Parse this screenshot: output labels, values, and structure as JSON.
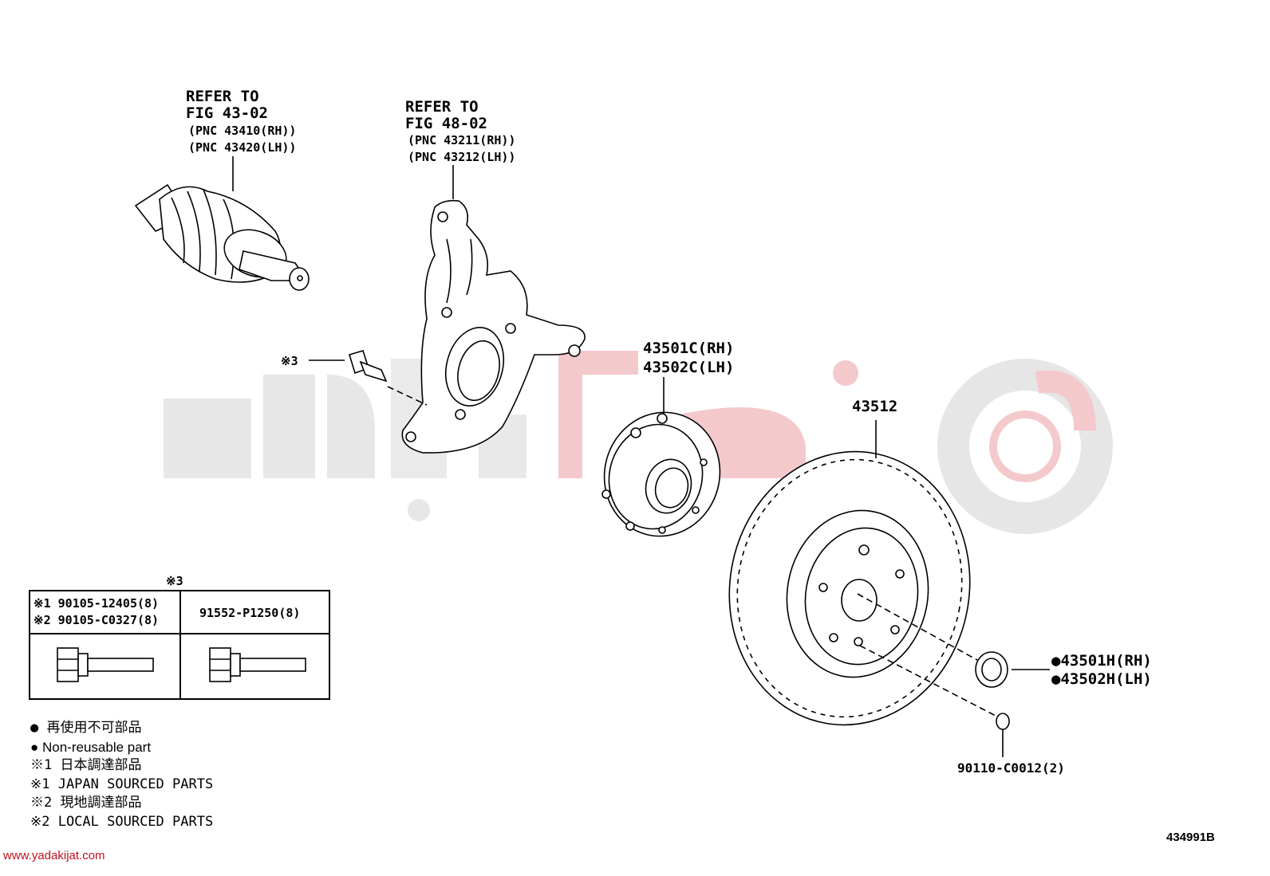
{
  "callouts": {
    "drive_shaft": {
      "line1": "REFER TO",
      "line2": "FIG 43-02",
      "line3": "(PNC 43410(RH))",
      "line4": "(PNC 43420(LH))"
    },
    "knuckle": {
      "line1": "REFER TO",
      "line2": "FIG 48-02",
      "line3": "(PNC 43211(RH))",
      "line4": "(PNC 43212(LH))"
    },
    "bolt_mark": "※3",
    "hub_rh": "43501C(RH)",
    "hub_lh": "43502C(LH)",
    "disc": "43512",
    "nut_rh": "●43501H(RH)",
    "nut_lh": "●43502H(LH)",
    "screw": "90110-C0012(2)"
  },
  "table": {
    "header_mark": "※3",
    "col1_line1": "※1 90105-12405(8)",
    "col1_line2": "※2 90105-C0327(8)",
    "col2": "91552-P1250(8)"
  },
  "legend": [
    "● 再使用不可部品",
    "● Non-reusable part",
    "※1 日本調達部品",
    "※1 JAPAN SOURCED PARTS",
    "※2 現地調達部品",
    "※2 LOCAL SOURCED PARTS"
  ],
  "figure_number": "434991B",
  "watermark_url": "www.yadakijat.com",
  "colors": {
    "line": "#000000",
    "watermark_grey": "#e6e6e6",
    "watermark_red": "#f4c9cc",
    "url_red": "#c01020"
  }
}
